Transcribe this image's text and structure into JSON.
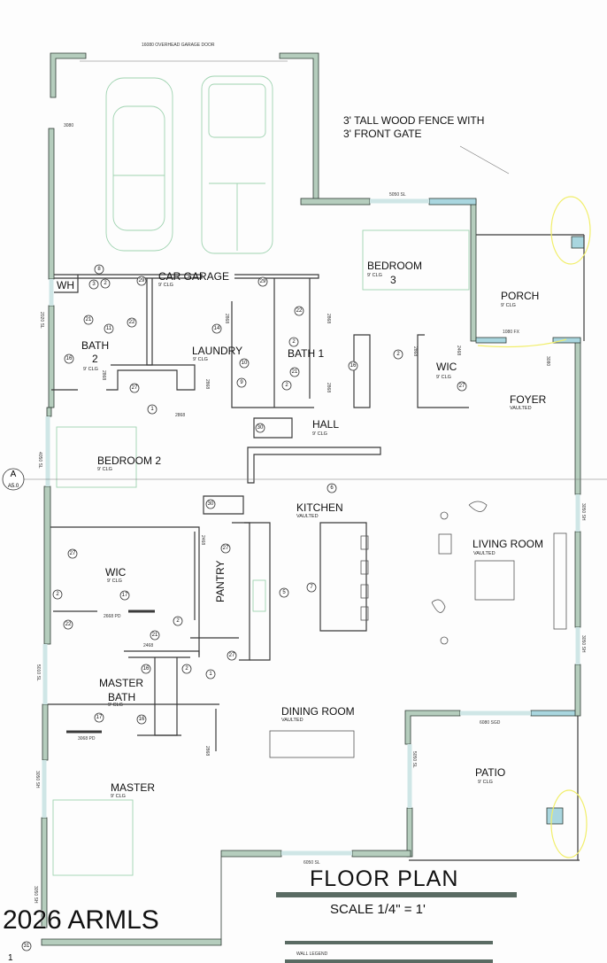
{
  "title": "FLOOR PLAN",
  "scale": "SCALE 1/4\" = 1'",
  "wall_legend": "WALL LEGEND",
  "watermark": "2026 ARMLS",
  "fence_note": {
    "line1": "3' TALL WOOD FENCE WITH",
    "line2": "3' FRONT GATE"
  },
  "section_marker": {
    "letter": "A",
    "sheet": "A5.0"
  },
  "elevation_marker": "1",
  "rooms": {
    "car_garage": {
      "name": "CAR GARAGE",
      "ceiling": "9' CLG"
    },
    "wh": {
      "name": "WH"
    },
    "bedroom3": {
      "name": "BEDROOM",
      "number": "3",
      "ceiling": "9' CLG"
    },
    "porch": {
      "name": "PORCH",
      "ceiling": "9' CLG"
    },
    "bath2": {
      "name": "BATH",
      "number": "2",
      "ceiling": "9' CLG"
    },
    "laundry": {
      "name": "LAUNDRY",
      "ceiling": "9' CLG"
    },
    "bath1": {
      "name": "BATH 1"
    },
    "wic_bed3": {
      "name": "WIC",
      "ceiling": "9' CLG"
    },
    "foyer": {
      "name": "FOYER",
      "ceiling": "VAULTED"
    },
    "hall": {
      "name": "HALL",
      "ceiling": "9' CLG"
    },
    "bedroom2": {
      "name": "BEDROOM 2",
      "ceiling": "9' CLG"
    },
    "kitchen": {
      "name": "KITCHEN",
      "ceiling": "VAULTED"
    },
    "living_room": {
      "name": "LIVING ROOM",
      "ceiling": "VAULTED"
    },
    "wic_master": {
      "name": "WIC",
      "ceiling": "9' CLG"
    },
    "pantry": {
      "name": "PANTRY"
    },
    "master_bath": {
      "name": "MASTER",
      "name2": "BATH",
      "ceiling": "9' CLG"
    },
    "dining_room": {
      "name": "DINING ROOM",
      "ceiling": "VAULTED"
    },
    "patio": {
      "name": "PATIO",
      "ceiling": "9' CLG"
    },
    "master": {
      "name": "MASTER",
      "ceiling": "9' CLG"
    }
  },
  "openings": {
    "garage_door": "16080 OVERHEAD GARAGE DOOR",
    "garage_side_door": "3080",
    "bath2_window": "2020 SL",
    "bed3_window": "5050 SL",
    "porch_window": "1080 FX",
    "front_door": "3080",
    "bed2_window": "4050 SL",
    "master_window_1": "5010 SL",
    "master_window_2": "3050 SH",
    "master_window_3": "3050 SH",
    "living_window_1": "3050 SH",
    "living_window_2": "3050 SH",
    "patio_door": "6080 SGD",
    "dining_window_side": "5050 SL",
    "dining_window": "6050 SL",
    "door_2868_a": "2868",
    "door_2868_b": "2868",
    "door_2868_c": "2868",
    "door_2868_d": "2868",
    "door_2868_e": "2868",
    "door_2868_f": "2868",
    "door_2868_g": "2868",
    "door_2868_h": "2868",
    "door_2468_wic": "2468",
    "door_2468_mb": "2468",
    "door_2468_pantry": "2468",
    "wic_pocket_door": "2668 PD",
    "mb_pocket_door": "3068 PD"
  },
  "callouts": [
    "8",
    "3",
    "2",
    "29",
    "21",
    "11",
    "22",
    "16",
    "27",
    "1",
    "29",
    "14",
    "10",
    "9",
    "22",
    "2",
    "21",
    "2",
    "16",
    "2",
    "27",
    "30",
    "6",
    "30",
    "27",
    "27",
    "2",
    "22",
    "17",
    "5",
    "7",
    "2",
    "21",
    "2",
    "27",
    "1",
    "16",
    "16",
    "17",
    "31"
  ],
  "colors": {
    "wall_fill": "#b5cdbd",
    "glass": "#a9d6df",
    "highlight": "#f1ee6a"
  }
}
